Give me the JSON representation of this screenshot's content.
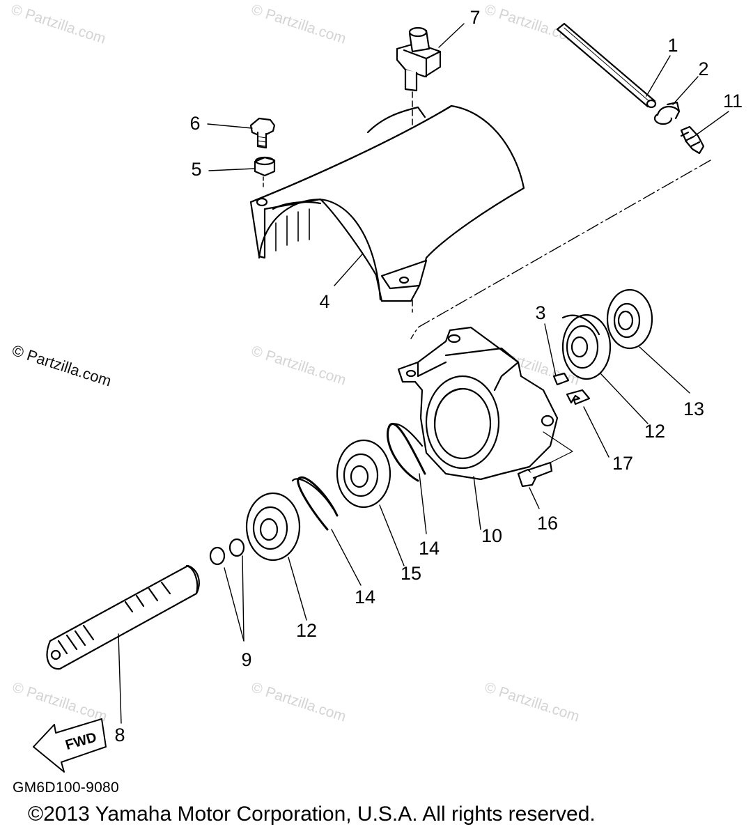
{
  "watermark": "© Partzilla.com",
  "part_code": "GM6D100-9080",
  "copyright": "©2013 Yamaha Motor Corporation, U.S.A. All rights reserved.",
  "fwd_label": "FWD",
  "callouts": [
    "1",
    "2",
    "3",
    "4",
    "5",
    "6",
    "7",
    "8",
    "9",
    "10",
    "11",
    "12",
    "12",
    "13",
    "14",
    "14",
    "15",
    "16",
    "17"
  ]
}
